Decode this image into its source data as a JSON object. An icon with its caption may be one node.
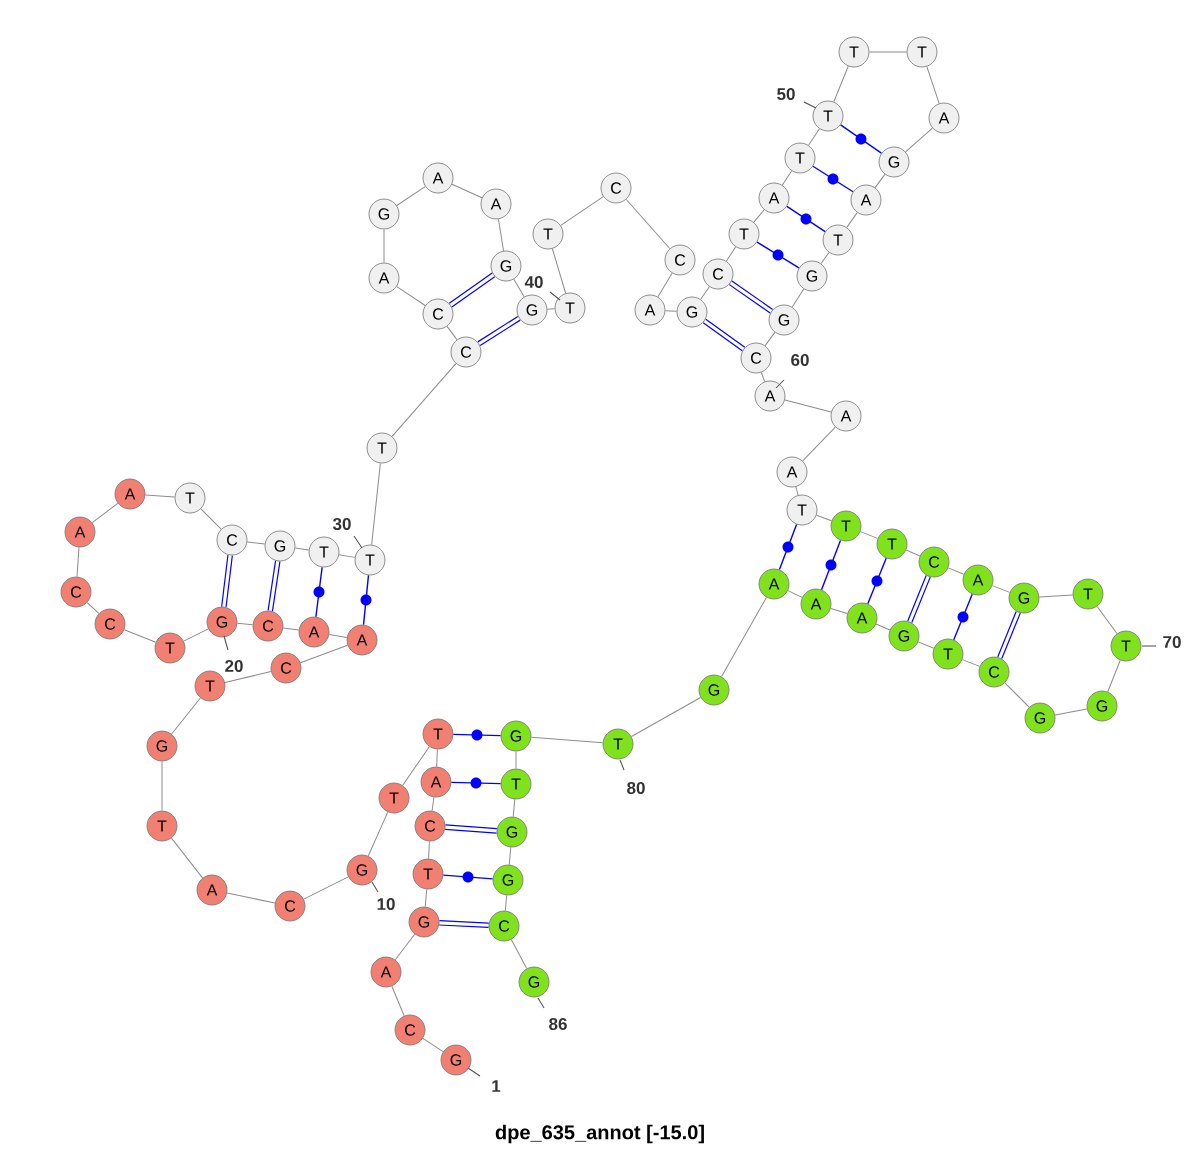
{
  "diagram": {
    "caption": "dpe_635_annot [-15.0]",
    "nodes": [
      {
        "text": [
          "G"
        ]
      },
      {
        "text": [
          "C"
        ]
      },
      {
        "text": [
          "A"
        ]
      },
      {
        "text": [
          "G"
        ]
      },
      {
        "text": [
          "T"
        ]
      },
      {
        "text": [
          "C"
        ]
      },
      {
        "text": [
          "A"
        ]
      },
      {
        "text": [
          "T"
        ]
      },
      {
        "text": [
          "T"
        ]
      },
      {
        "text": [
          "G"
        ]
      },
      {
        "text": [
          "C"
        ]
      },
      {
        "text": [
          "A"
        ]
      },
      {
        "text": [
          "T"
        ]
      },
      {
        "text": [
          "G"
        ]
      },
      {
        "text": [
          "T"
        ]
      },
      {
        "text": [
          "C"
        ]
      },
      {
        "text": [
          "A"
        ]
      },
      {
        "text": [
          "A"
        ]
      },
      {
        "text": [
          "C"
        ]
      },
      {
        "text": [
          "G"
        ]
      },
      {
        "text": [
          "T"
        ]
      },
      {
        "text": [
          "C"
        ]
      },
      {
        "text": [
          "C"
        ]
      },
      {
        "text": [
          "A"
        ]
      },
      {
        "text": [
          "A"
        ]
      },
      {
        "text": [
          "T"
        ]
      },
      {
        "text": [
          "C"
        ]
      },
      {
        "text": [
          "G"
        ]
      },
      {
        "text": [
          "T"
        ]
      },
      {
        "text": [
          "T"
        ]
      },
      {
        "text": [
          "T"
        ]
      },
      {
        "text": [
          "C"
        ]
      },
      {
        "text": [
          "C"
        ]
      },
      {
        "text": [
          "A"
        ]
      },
      {
        "text": [
          "G"
        ]
      },
      {
        "text": [
          "A"
        ]
      },
      {
        "text": [
          "A"
        ]
      },
      {
        "text": [
          "G"
        ]
      },
      {
        "text": [
          "G"
        ]
      },
      {
        "text": [
          "T"
        ]
      },
      {
        "text": [
          "T"
        ]
      },
      {
        "text": [
          "C"
        ]
      },
      {
        "text": [
          "C"
        ]
      },
      {
        "text": [
          "A"
        ]
      },
      {
        "text": [
          "G"
        ]
      },
      {
        "text": [
          "C"
        ]
      },
      {
        "text": [
          "T"
        ]
      },
      {
        "text": [
          "A"
        ]
      },
      {
        "text": [
          "T"
        ]
      },
      {
        "text": [
          "T"
        ]
      },
      {
        "text": [
          "T"
        ]
      },
      {
        "text": [
          "T"
        ]
      },
      {
        "text": [
          "A"
        ]
      },
      {
        "text": [
          "G"
        ]
      },
      {
        "text": [
          "A"
        ]
      },
      {
        "text": [
          "T"
        ]
      },
      {
        "text": [
          "G"
        ]
      },
      {
        "text": [
          "G"
        ]
      },
      {
        "text": [
          "C"
        ]
      },
      {
        "text": [
          "A"
        ]
      },
      {
        "text": [
          "A"
        ]
      },
      {
        "text": [
          "A"
        ]
      },
      {
        "text": [
          "T"
        ]
      },
      {
        "text": [
          "T"
        ]
      },
      {
        "text": [
          "T"
        ]
      },
      {
        "text": [
          "C"
        ]
      },
      {
        "text": [
          "A"
        ]
      },
      {
        "text": [
          "G"
        ]
      },
      {
        "text": [
          "T"
        ]
      },
      {
        "text": [
          "T"
        ]
      },
      {
        "text": [
          "G"
        ]
      },
      {
        "text": [
          "G"
        ]
      },
      {
        "text": [
          "C"
        ]
      },
      {
        "text": [
          "T"
        ]
      },
      {
        "text": [
          "G"
        ]
      },
      {
        "text": [
          "A"
        ]
      },
      {
        "text": [
          "A"
        ]
      },
      {
        "text": [
          "A"
        ]
      },
      {
        "text": [
          "G"
        ]
      },
      {
        "text": [
          "T"
        ]
      },
      {
        "text": [
          "G"
        ]
      },
      {
        "text": [
          "T"
        ]
      },
      {
        "text": [
          "G"
        ]
      },
      {
        "text": [
          "G"
        ]
      },
      {
        "text": [
          "C"
        ]
      },
      {
        "text": [
          "G"
        ]
      }
    ],
    "edges": [
      {
        "from": 0,
        "to": 1,
        "arrow": "none"
      },
      {
        "from": 1,
        "to": 2,
        "arrow": "none"
      },
      {
        "from": 2,
        "to": 3,
        "arrow": "none"
      },
      {
        "from": 3,
        "to": 4,
        "arrow": "none"
      },
      {
        "from": 4,
        "to": 5,
        "arrow": "none"
      },
      {
        "from": 5,
        "to": 6,
        "arrow": "none"
      },
      {
        "from": 6,
        "to": 7,
        "arrow": "none"
      },
      {
        "from": 7,
        "to": 8,
        "arrow": "none"
      },
      {
        "from": 8,
        "to": 9,
        "arrow": "none"
      },
      {
        "from": 9,
        "to": 10,
        "arrow": "none"
      },
      {
        "from": 10,
        "to": 11,
        "arrow": "none"
      },
      {
        "from": 11,
        "to": 12,
        "arrow": "none"
      },
      {
        "from": 12,
        "to": 13,
        "arrow": "none"
      },
      {
        "from": 13,
        "to": 14,
        "arrow": "none"
      },
      {
        "from": 14,
        "to": 15,
        "arrow": "none"
      },
      {
        "from": 15,
        "to": 16,
        "arrow": "none"
      },
      {
        "from": 16,
        "to": 17,
        "arrow": "none"
      },
      {
        "from": 17,
        "to": 18,
        "arrow": "none"
      },
      {
        "from": 18,
        "to": 19,
        "arrow": "none"
      },
      {
        "from": 19,
        "to": 20,
        "arrow": "none"
      },
      {
        "from": 20,
        "to": 21,
        "arrow": "none"
      },
      {
        "from": 21,
        "to": 22,
        "arrow": "none"
      },
      {
        "from": 22,
        "to": 23,
        "arrow": "none"
      },
      {
        "from": 23,
        "to": 24,
        "arrow": "none"
      },
      {
        "from": 24,
        "to": 25,
        "arrow": "none"
      },
      {
        "from": 25,
        "to": 26,
        "arrow": "none"
      },
      {
        "from": 26,
        "to": 27,
        "arrow": "none"
      },
      {
        "from": 27,
        "to": 28,
        "arrow": "none"
      },
      {
        "from": 28,
        "to": 29,
        "arrow": "none"
      },
      {
        "from": 29,
        "to": 30,
        "arrow": "none"
      },
      {
        "from": 30,
        "to": 31,
        "arrow": "none"
      },
      {
        "from": 31,
        "to": 32,
        "arrow": "none"
      },
      {
        "from": 32,
        "to": 33,
        "arrow": "none"
      },
      {
        "from": 33,
        "to": 34,
        "arrow": "none"
      },
      {
        "from": 34,
        "to": 35,
        "arrow": "none"
      },
      {
        "from": 35,
        "to": 36,
        "arrow": "none"
      },
      {
        "from": 36,
        "to": 37,
        "arrow": "none"
      },
      {
        "from": 37,
        "to": 38,
        "arrow": "none"
      },
      {
        "from": 38,
        "to": 39,
        "arrow": "none"
      },
      {
        "from": 39,
        "to": 40,
        "arrow": "none"
      },
      {
        "from": 40,
        "to": 41,
        "arrow": "none"
      },
      {
        "from": 41,
        "to": 42,
        "arrow": "none"
      },
      {
        "from": 42,
        "to": 43,
        "arrow": "none"
      },
      {
        "from": 43,
        "to": 44,
        "arrow": "none"
      },
      {
        "from": 44,
        "to": 45,
        "arrow": "none"
      },
      {
        "from": 45,
        "to": 46,
        "arrow": "none"
      },
      {
        "from": 46,
        "to": 47,
        "arrow": "none"
      },
      {
        "from": 47,
        "to": 48,
        "arrow": "none"
      },
      {
        "from": 48,
        "to": 49,
        "arrow": "none"
      },
      {
        "from": 49,
        "to": 50,
        "arrow": "none"
      },
      {
        "from": 50,
        "to": 51,
        "arrow": "none"
      },
      {
        "from": 51,
        "to": 52,
        "arrow": "none"
      },
      {
        "from": 52,
        "to": 53,
        "arrow": "none"
      },
      {
        "from": 53,
        "to": 54,
        "arrow": "none"
      },
      {
        "from": 54,
        "to": 55,
        "arrow": "none"
      },
      {
        "from": 55,
        "to": 56,
        "arrow": "none"
      },
      {
        "from": 56,
        "to": 57,
        "arrow": "none"
      },
      {
        "from": 57,
        "to": 58,
        "arrow": "none"
      },
      {
        "from": 58,
        "to": 59,
        "arrow": "none"
      },
      {
        "from": 59,
        "to": 60,
        "arrow": "none"
      },
      {
        "from": 60,
        "to": 61,
        "arrow": "none"
      },
      {
        "from": 61,
        "to": 62,
        "arrow": "none"
      },
      {
        "from": 62,
        "to": 63,
        "arrow": "none"
      },
      {
        "from": 63,
        "to": 64,
        "arrow": "none"
      },
      {
        "from": 64,
        "to": 65,
        "arrow": "none"
      },
      {
        "from": 65,
        "to": 66,
        "arrow": "none"
      },
      {
        "from": 66,
        "to": 67,
        "arrow": "none"
      },
      {
        "from": 67,
        "to": 68,
        "arrow": "none"
      },
      {
        "from": 68,
        "to": 69,
        "arrow": "none"
      },
      {
        "from": 69,
        "to": 70,
        "arrow": "none"
      },
      {
        "from": 70,
        "to": 71,
        "arrow": "none"
      },
      {
        "from": 71,
        "to": 72,
        "arrow": "none"
      },
      {
        "from": 72,
        "to": 73,
        "arrow": "none"
      },
      {
        "from": 73,
        "to": 74,
        "arrow": "none"
      },
      {
        "from": 74,
        "to": 75,
        "arrow": "none"
      },
      {
        "from": 75,
        "to": 76,
        "arrow": "none"
      },
      {
        "from": 76,
        "to": 77,
        "arrow": "none"
      },
      {
        "from": 77,
        "to": 78,
        "arrow": "none"
      },
      {
        "from": 78,
        "to": 79,
        "arrow": "none"
      },
      {
        "from": 79,
        "to": 80,
        "arrow": "none"
      },
      {
        "from": 80,
        "to": 81,
        "arrow": "none"
      },
      {
        "from": 81,
        "to": 82,
        "arrow": "none"
      },
      {
        "from": 82,
        "to": 83,
        "arrow": "none"
      },
      {
        "from": 83,
        "to": 84,
        "arrow": "none"
      },
      {
        "from": 84,
        "to": 85,
        "arrow": "none"
      },
      {
        "from": 3,
        "to": 84,
        "arrow": "none",
        "style": "thick",
        "color": "#0000ff"
      },
      {
        "from": 4,
        "to": 83,
        "arrow": "none",
        "color": "#0000ff"
      },
      {
        "from": 5,
        "to": 82,
        "arrow": "none",
        "style": "thick",
        "color": "#0000ff"
      },
      {
        "from": 6,
        "to": 81,
        "arrow": "none",
        "color": "#0000ff"
      },
      {
        "from": 7,
        "to": 80,
        "arrow": "none",
        "color": "#0000ff"
      },
      {
        "from": 19,
        "to": 26,
        "arrow": "none",
        "style": "thick",
        "color": "#0000ff"
      },
      {
        "from": 18,
        "to": 27,
        "arrow": "none",
        "style": "thick",
        "color": "#0000ff"
      },
      {
        "from": 17,
        "to": 28,
        "arrow": "none",
        "color": "#0000ff"
      },
      {
        "from": 16,
        "to": 29,
        "arrow": "none",
        "color": "#0000ff"
      },
      {
        "from": 31,
        "to": 38,
        "arrow": "none",
        "style": "thick",
        "color": "#0000ff"
      },
      {
        "from": 32,
        "to": 37,
        "arrow": "none",
        "style": "thick",
        "color": "#0000ff"
      },
      {
        "from": 44,
        "to": 58,
        "arrow": "none",
        "style": "thick",
        "color": "#0000ff"
      },
      {
        "from": 45,
        "to": 57,
        "arrow": "none",
        "style": "thick",
        "color": "#0000ff"
      },
      {
        "from": 46,
        "to": 56,
        "arrow": "none",
        "color": "#0000ff"
      },
      {
        "from": 47,
        "to": 55,
        "arrow": "none",
        "color": "#0000ff"
      },
      {
        "from": 48,
        "to": 54,
        "arrow": "none",
        "color": "#0000ff"
      },
      {
        "from": 49,
        "to": 53,
        "arrow": "none",
        "color": "#0000ff"
      },
      {
        "from": 62,
        "to": 77,
        "arrow": "none",
        "color": "#0000ff"
      },
      {
        "from": 63,
        "to": 76,
        "arrow": "none",
        "color": "#0000ff"
      },
      {
        "from": 64,
        "to": 75,
        "arrow": "none",
        "color": "#0000ff"
      },
      {
        "from": 65,
        "to": 74,
        "arrow": "none",
        "style": "thick",
        "color": "#0000ff"
      },
      {
        "from": 66,
        "to": 73,
        "arrow": "none",
        "color": "#0000ff"
      },
      {
        "from": 67,
        "to": 72,
        "arrow": "none",
        "style": "thick",
        "color": "#0000ff"
      }
    ],
    "labels": [
      "1",
      "10",
      "20",
      "30",
      "40",
      "50",
      "60",
      "70",
      "80",
      "86"
    ]
  }
}
